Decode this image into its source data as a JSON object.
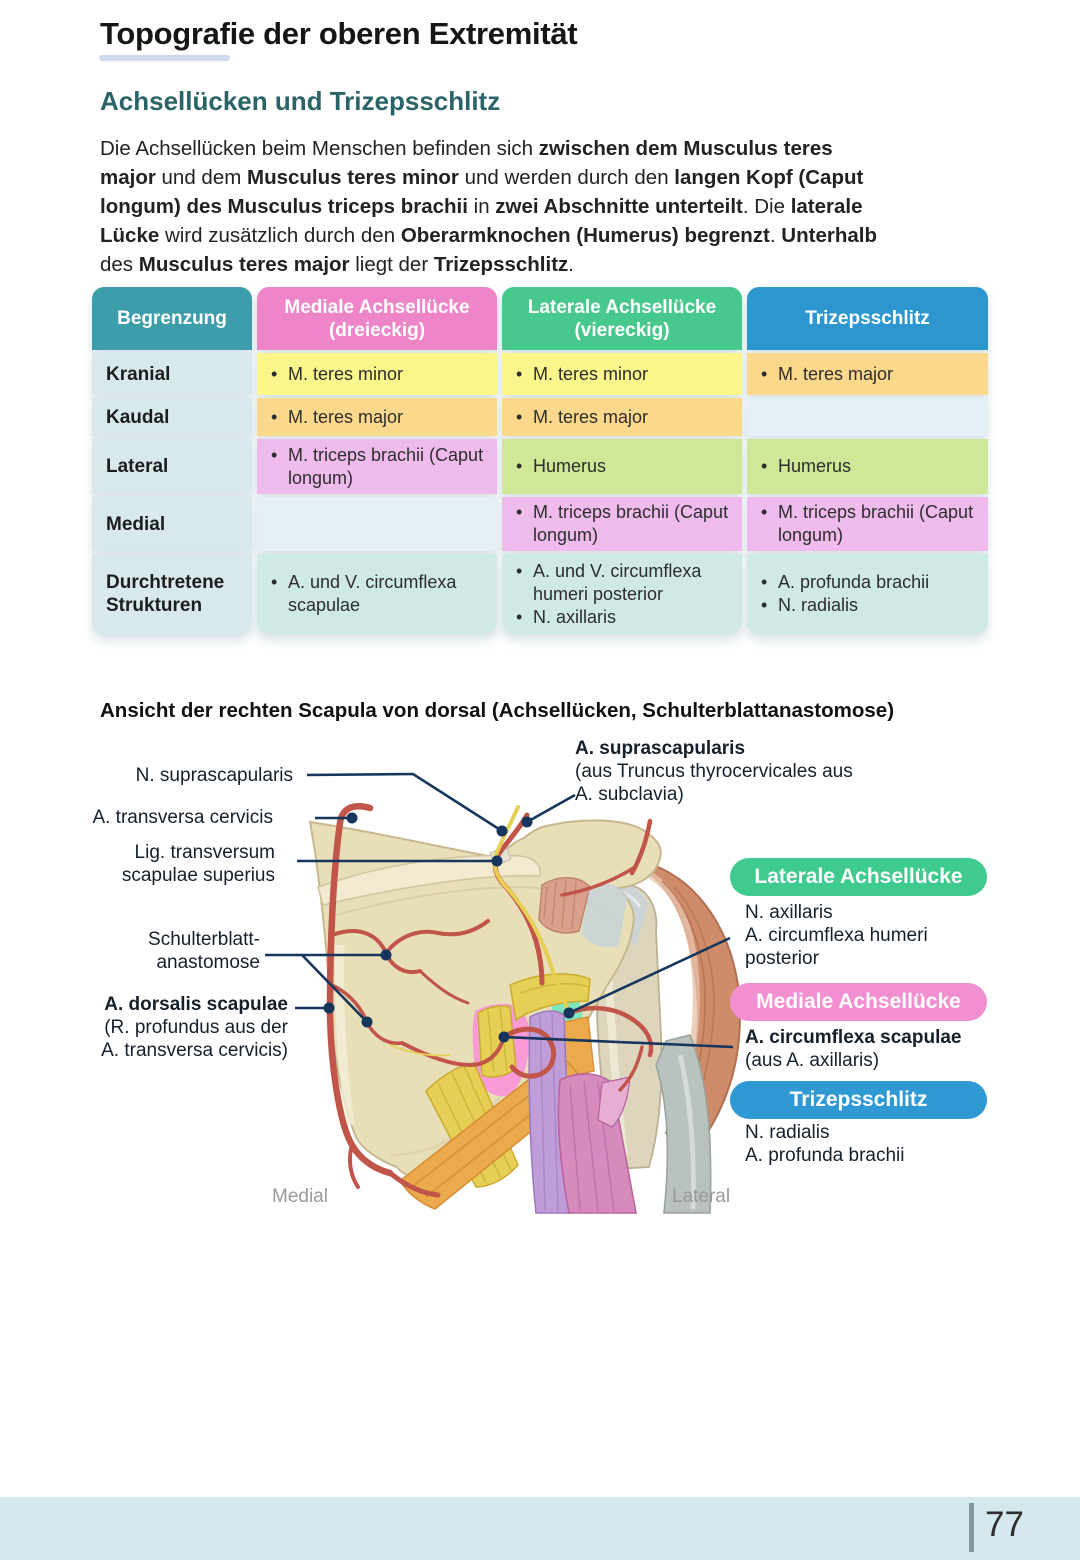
{
  "page": {
    "title": "Topografie der oberen Extremität",
    "page_number": "77"
  },
  "section": {
    "heading": "Achsellücken und Trizepsschlitz"
  },
  "intro": {
    "lines": [
      [
        {
          "t": "Die Achsellücken beim Menschen befinden sich ",
          "b": false
        },
        {
          "t": "zwischen dem Musculus teres",
          "b": true
        }
      ],
      [
        {
          "t": "major",
          "b": true
        },
        {
          "t": " und dem ",
          "b": false
        },
        {
          "t": "Musculus teres minor",
          "b": true
        },
        {
          "t": " und werden durch den ",
          "b": false
        },
        {
          "t": "langen Kopf (Caput",
          "b": true
        }
      ],
      [
        {
          "t": "longum) des Musculus triceps brachii",
          "b": true
        },
        {
          "t": " in ",
          "b": false
        },
        {
          "t": "zwei Abschnitte unterteilt",
          "b": true
        },
        {
          "t": ". Die ",
          "b": false
        },
        {
          "t": "laterale",
          "b": true
        }
      ],
      [
        {
          "t": "Lücke",
          "b": true
        },
        {
          "t": " wird zusätzlich durch den ",
          "b": false
        },
        {
          "t": "Oberarmknochen (Humerus) begrenzt",
          "b": true
        },
        {
          "t": ". ",
          "b": false
        },
        {
          "t": "Unterhalb",
          "b": true
        }
      ],
      [
        {
          "t": "des ",
          "b": false
        },
        {
          "t": "Musculus teres major",
          "b": true
        },
        {
          "t": " liegt der ",
          "b": false
        },
        {
          "t": "Trizepsschlitz",
          "b": true
        },
        {
          "t": ".",
          "b": false
        }
      ]
    ]
  },
  "table": {
    "columns": [
      {
        "label": "Begrenzung",
        "sub": "",
        "color": "#3d9daa"
      },
      {
        "label": "Mediale Achsellücke",
        "sub": "(dreieckig)",
        "color": "#ee85c8"
      },
      {
        "label": "Laterale Achsellücke",
        "sub": "(viereckig)",
        "color": "#47c98e"
      },
      {
        "label": "Trizepsschlitz",
        "sub": "",
        "color": "#2e96cf"
      }
    ],
    "cell_colors": {
      "yellow": "#fbf68b",
      "orange": "#fbd88b",
      "purple": "#eebbec",
      "green": "#cfe897",
      "cyan": "#cfe9e7",
      "empty": "#e4f0f6",
      "label": "#d8e9ee"
    },
    "rows": [
      {
        "label": "Kranial",
        "cells": [
          {
            "bg": "yellow",
            "items": [
              "M. teres minor"
            ]
          },
          {
            "bg": "yellow",
            "items": [
              "M. teres minor"
            ]
          },
          {
            "bg": "orange",
            "items": [
              "M. teres major"
            ]
          }
        ]
      },
      {
        "label": "Kaudal",
        "cells": [
          {
            "bg": "orange",
            "items": [
              "M. teres major"
            ]
          },
          {
            "bg": "orange",
            "items": [
              "M. teres major"
            ]
          },
          {
            "bg": "empty",
            "items": []
          }
        ]
      },
      {
        "label": "Lateral",
        "cells": [
          {
            "bg": "purple",
            "items": [
              "M. triceps brachii (Caput longum)"
            ]
          },
          {
            "bg": "green",
            "items": [
              "Humerus"
            ]
          },
          {
            "bg": "green",
            "items": [
              "Humerus"
            ]
          }
        ]
      },
      {
        "label": "Medial",
        "cells": [
          {
            "bg": "empty",
            "items": []
          },
          {
            "bg": "purple",
            "items": [
              "M. triceps brachii (Caput longum)"
            ]
          },
          {
            "bg": "purple",
            "items": [
              "M. triceps brachii (Caput longum)"
            ]
          }
        ]
      },
      {
        "label": "Durchtretene Strukturen",
        "cells": [
          {
            "bg": "cyan",
            "items": [
              "A. und V. circumflexa scapulae"
            ]
          },
          {
            "bg": "cyan",
            "items": [
              "A. und V. circumflexa humeri posterior",
              "N. axillaris"
            ]
          },
          {
            "bg": "cyan",
            "items": [
              "A. profunda brachii",
              "N. radialis"
            ]
          }
        ]
      }
    ]
  },
  "figure": {
    "title": "Ansicht der rechten Scapula von dorsal (Achsellücken, Schulterblattanastomose)",
    "labels_left": [
      {
        "lines": [
          {
            "t": "N. suprascapularis",
            "b": false
          }
        ]
      },
      {
        "lines": [
          {
            "t": "A. transversa cervicis",
            "b": false
          }
        ]
      },
      {
        "lines": [
          {
            "t": "Lig. transversum",
            "b": false
          },
          {
            "t": "scapulae superius",
            "b": false
          }
        ]
      },
      {
        "lines": [
          {
            "t": "Schulterblatt-",
            "b": false
          },
          {
            "t": "anastomose",
            "b": false
          }
        ]
      },
      {
        "lines": [
          {
            "t": "A. dorsalis scapulae",
            "b": true
          },
          {
            "t": "(R. profundus aus der",
            "b": false
          },
          {
            "t": "A. transversa cervicis)",
            "b": false
          }
        ]
      }
    ],
    "label_top_right": {
      "lines": [
        {
          "t": "A. suprascapularis",
          "b": true
        },
        {
          "t": "(aus Truncus thyrocervicales aus",
          "b": false
        },
        {
          "t": "A. subclavia)",
          "b": false
        }
      ]
    },
    "pills": [
      {
        "label": "Laterale Achsellücke",
        "color": "#3fca8e",
        "details": [
          {
            "t": "N. axillaris",
            "b": false
          },
          {
            "t": "A. circumflexa humeri posterior",
            "b": false
          }
        ]
      },
      {
        "label": "Mediale Achsellücke",
        "color": "#f28fd0",
        "details": [
          {
            "t": "A. circumflexa scapulae",
            "b": true
          },
          {
            "t": "(aus A. axillaris)",
            "b": false
          }
        ]
      },
      {
        "label": "Trizepsschlitz",
        "color": "#2f99d4",
        "details": [
          {
            "t": "N. radialis",
            "b": false
          },
          {
            "t": "A. profunda brachii",
            "b": false
          }
        ]
      }
    ],
    "orientation_left": "Medial",
    "orientation_right": "Lateral"
  }
}
